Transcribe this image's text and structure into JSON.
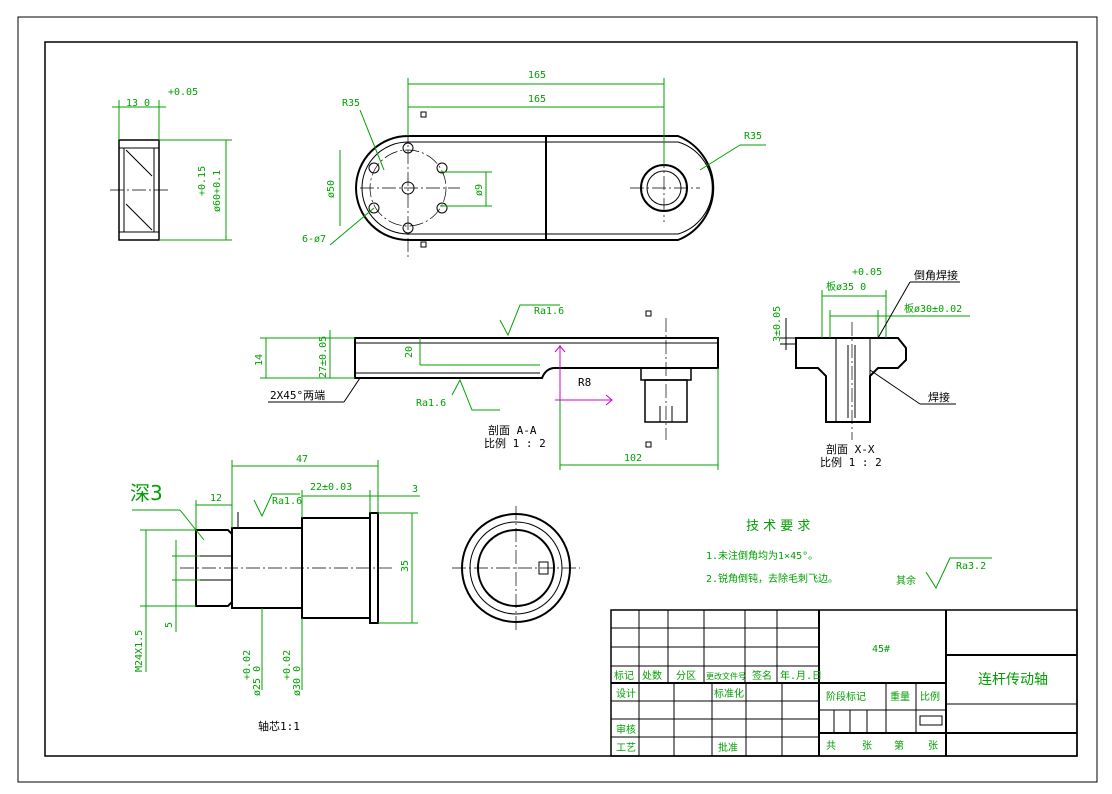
{
  "top_view": {
    "dim_165_outer": "165",
    "dim_165_inner": "165",
    "r35_left": "R35",
    "r35_right": "R35",
    "dia50": "ø50",
    "dia9": "ø9",
    "holes": "6-ø7"
  },
  "ring_view": {
    "tol": "+0.05",
    "dim13": "13 0",
    "tol2": "+0.15",
    "dia60": "ø60+0.1"
  },
  "section_aa": {
    "ra_top": "Ra1.6",
    "ra_bottom": "Ra1.6",
    "dim14": "14",
    "dim27": "27±0.05",
    "dim20": "20",
    "chamfer": "2X45°两端",
    "r8": "R8",
    "dim102": "102",
    "title": "剖面 A-A",
    "scale": "比例 1 : 2"
  },
  "section_xx": {
    "tol": "+0.05",
    "plate35": "板ø35 0",
    "weld_chamfer": "倒角焊接",
    "plate30": "板ø30±0.02",
    "dim3": "3±0.05",
    "weld": "焊接",
    "title": "剖面 X-X",
    "scale": "比例 1 : 2"
  },
  "shaft_view": {
    "depth": "深3",
    "dim47": "47",
    "dim12": "12",
    "ra": "Ra1.6",
    "dim22": "22±0.03",
    "dim3": "3",
    "dim35": "35",
    "dim5": "5",
    "thread": "M24X1.5",
    "tol25": "+0.02",
    "dia25": "ø25 0",
    "tol30": "+0.02",
    "dia30": "ø30 0",
    "label": "轴芯1:1"
  },
  "requirements": {
    "title": "技 术 要 求",
    "item1": "1.未注倒角均为1×45°。",
    "item2": "2.锐角倒钝，去除毛刺飞边。",
    "rest_label": "其余",
    "rest_ra": "Ra3.2"
  },
  "title_block": {
    "material": "45#",
    "part_name": "连杆传动轴",
    "hdr_mark": "标记",
    "hdr_count": "处数",
    "hdr_zone": "分区",
    "hdr_doc": "更改文件号",
    "hdr_sign": "签名",
    "hdr_date": "年.月.日",
    "design": "设计",
    "standard": "标准化",
    "review": "审核",
    "process": "工艺",
    "approve": "批准",
    "stage": "阶段标记",
    "weight": "重量",
    "ratio": "比例",
    "total": "共",
    "sheet1": "张",
    "no": "第",
    "sheet2": "张"
  }
}
